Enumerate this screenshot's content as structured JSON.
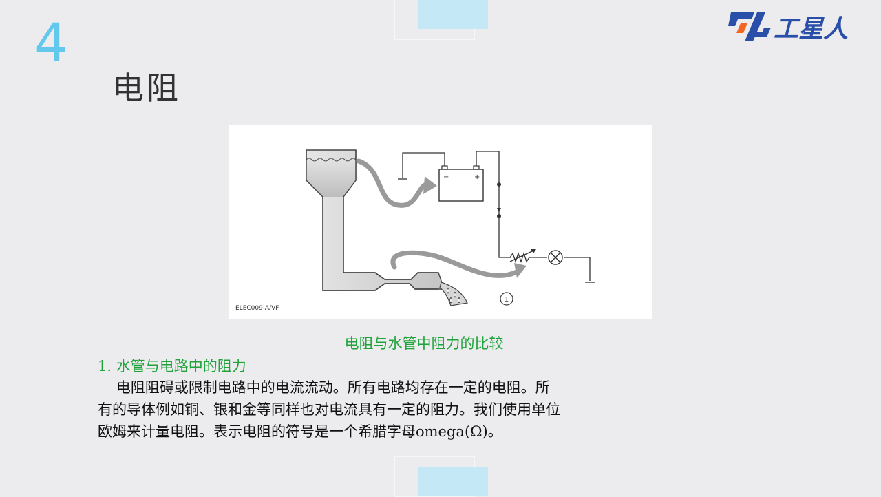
{
  "slide": {
    "number": "4",
    "title": "电阻"
  },
  "logo": {
    "text": "工星人",
    "colors": {
      "blue": "#2a4fa8",
      "orange": "#f26522"
    }
  },
  "figure": {
    "code": "ELEC009-A/VF",
    "callout": "1",
    "battery_minus": "−",
    "battery_plus": "+"
  },
  "caption": "电阻与水管中阻力的比较",
  "section": {
    "heading": "1.  水管与电路中的阻力",
    "lines": [
      "    电阻阻碍或限制电路中的电流流动。所有电路均存在一定的电阻。所",
      "有的导体例如铜、银和金等同样也对电流具有一定的阻力。我们使用单位",
      "欧姆来计量电阻。表示电阻的符号是一个希腊字母omega(Ω)。"
    ]
  },
  "colors": {
    "accent_blue": "#62c8ec",
    "accent_green": "#1fa33a",
    "deco_light_blue": "#c5e8f7"
  }
}
